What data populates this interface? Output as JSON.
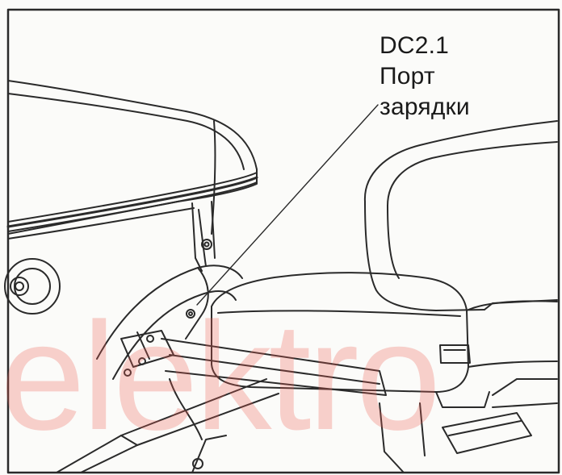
{
  "callout": {
    "line1": "DC2.1",
    "line2": "Порт",
    "line3": "зарядки"
  },
  "watermark": {
    "text": "elektro",
    "color": "#ee5c52"
  },
  "colors": {
    "line": "#2a2a2a",
    "paper": "#fbfbf9"
  }
}
